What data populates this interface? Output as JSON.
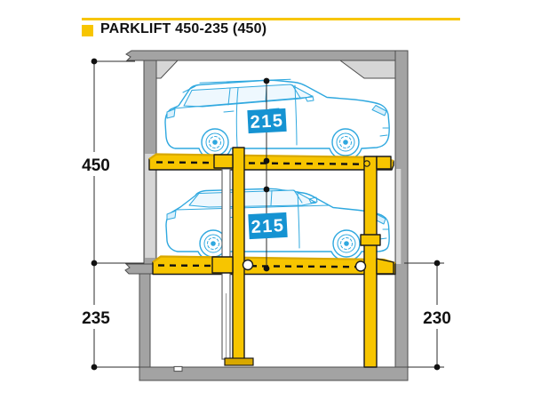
{
  "header": {
    "title": "PARKLIFT 450-235 (450)"
  },
  "dimensions": {
    "total_height": "450",
    "pit_depth_left": "235",
    "pit_depth_right": "230",
    "clearance_upper_car": "215",
    "clearance_lower_car": "215"
  },
  "colors": {
    "accent_yellow": "#F7C500",
    "platform_yellow_dark": "#D8A800",
    "badge_blue": "#1593D2",
    "car_blue": "#2FA8DF",
    "wall_gray": "#A3A3A3",
    "wall_light_gray": "#D6D6D6",
    "outline": "#1A1A1A"
  },
  "diagram": {
    "type": "parking-lift-cross-section",
    "cars": [
      "upper-suv",
      "lower-suv"
    ],
    "levels": [
      "street-level-platform",
      "pit-platform"
    ]
  }
}
